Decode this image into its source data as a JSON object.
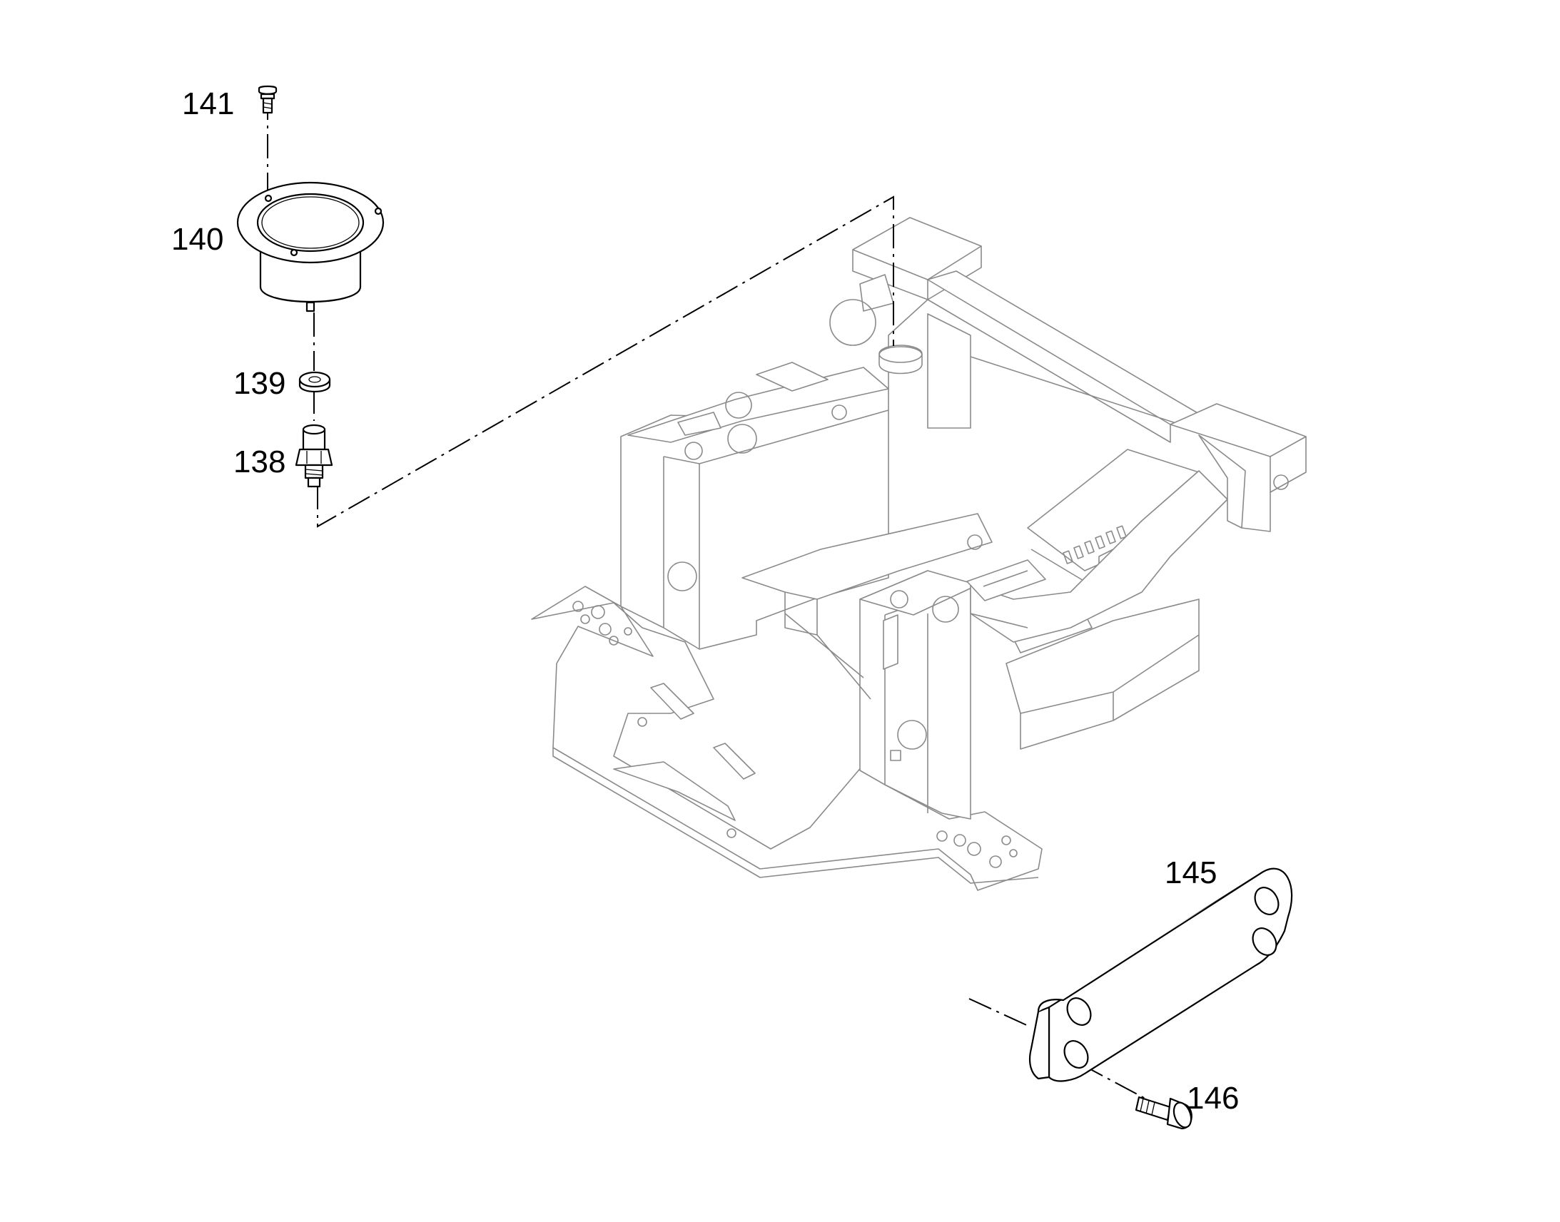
{
  "callouts": {
    "c138": "138",
    "c139": "139",
    "c140": "140",
    "c141": "141",
    "c145": "145",
    "c146": "146"
  },
  "colors": {
    "line": "#000000",
    "frame_line": "#8a8a8a",
    "background": "#ffffff"
  }
}
